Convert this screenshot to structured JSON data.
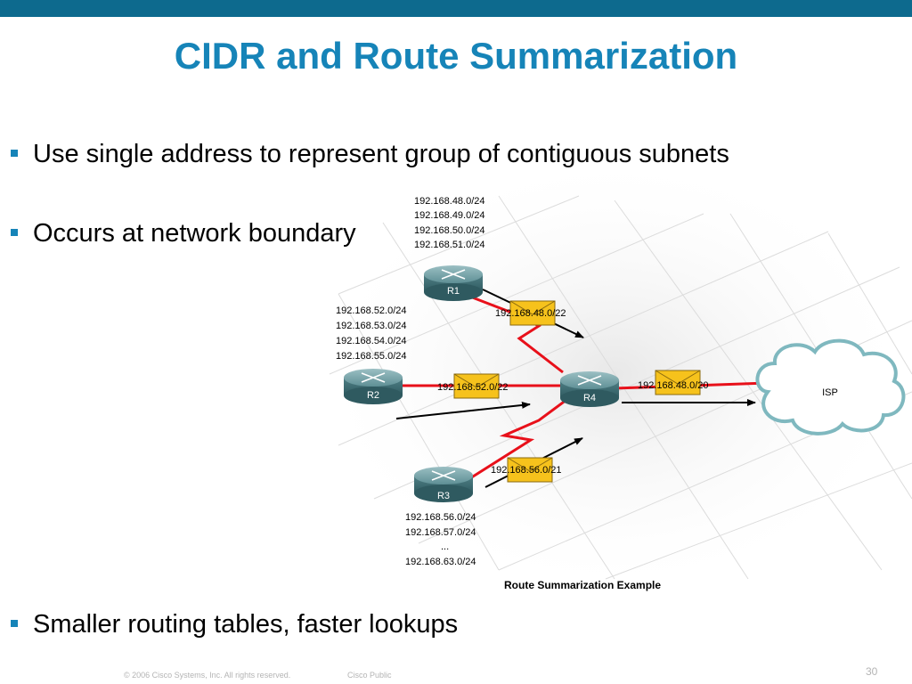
{
  "title": "CIDR and Route Summarization",
  "bullets": [
    "Use single address to represent group of contiguous subnets",
    "Occurs at network boundary",
    "Smaller routing tables, faster lookups"
  ],
  "diagram": {
    "caption": "Route Summarization Example",
    "routers": {
      "r1": "R1",
      "r2": "R2",
      "r3": "R3",
      "r4": "R4"
    },
    "isp": "ISP",
    "r1_networks": [
      "192.168.48.0/24",
      "192.168.49.0/24",
      "192.168.50.0/24",
      "192.168.51.0/24"
    ],
    "r2_networks": [
      "192.168.52.0/24",
      "192.168.53.0/24",
      "192.168.54.0/24",
      "192.168.55.0/24"
    ],
    "r3_networks": [
      "192.168.56.0/24",
      "192.168.57.0/24",
      "...",
      "192.168.63.0/24"
    ],
    "summaries": {
      "r1": "192.168.48.0/22",
      "r2": "192.168.52.0/22",
      "r3": "192.168.56.0/21",
      "r4": "192.168.48.0/20"
    },
    "colors": {
      "link": "#e8101a",
      "envelope": "#f6c21c",
      "router": "#5e8f95",
      "cloud": "#7fb8bf"
    }
  },
  "footer": {
    "copyright": "© 2006 Cisco Systems, Inc. All rights reserved.",
    "classification": "Cisco Public",
    "page": "30"
  }
}
